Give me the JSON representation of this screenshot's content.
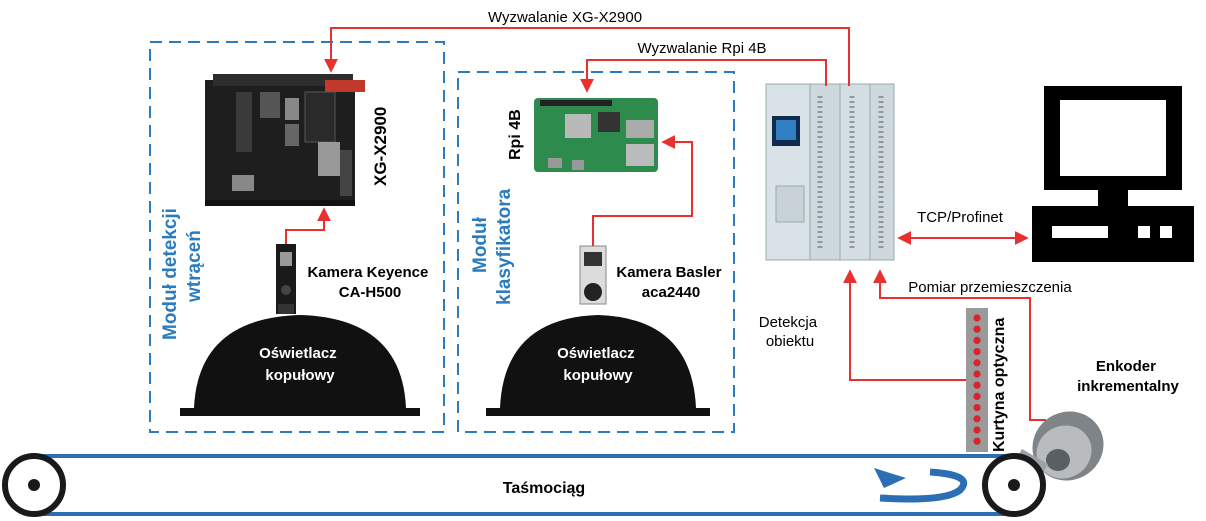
{
  "modules": {
    "detection": {
      "line1": "Moduł detekcji",
      "line2": "wtrąceń"
    },
    "classifier": {
      "line1": "Moduł",
      "line2": "klasyfikatora"
    }
  },
  "signals": {
    "trigger_xg": "Wyzwalanie XG-X2900",
    "trigger_rpi": "Wyzwalanie Rpi 4B",
    "tcp": "TCP/Profinet",
    "displacement": "Pomiar przemieszczenia",
    "object_detection_line1": "Detekcja",
    "object_detection_line2": "obiektu"
  },
  "devices": {
    "xg_controller": "XG-X2900",
    "rpi": "Rpi 4B",
    "keyence_camera": {
      "line1": "Kamera Keyence",
      "line2": "CA-H500"
    },
    "basler_camera": {
      "line1": "Kamera Basler",
      "line2": "aca2440"
    },
    "dome_light": {
      "line1": "Oświetlacz",
      "line2": "kopułowy"
    },
    "light_curtain": "Kurtyna optyczna",
    "encoder": {
      "line1": "Enkoder",
      "line2": "inkrementalny"
    },
    "conveyor": "Taśmociąg"
  },
  "colors": {
    "signal_line": "#e8312f",
    "module_border": "#2b7bbf",
    "module_text": "#2b7bbf",
    "conveyor_belt": "#2c6eb5",
    "dome": "#111111"
  }
}
